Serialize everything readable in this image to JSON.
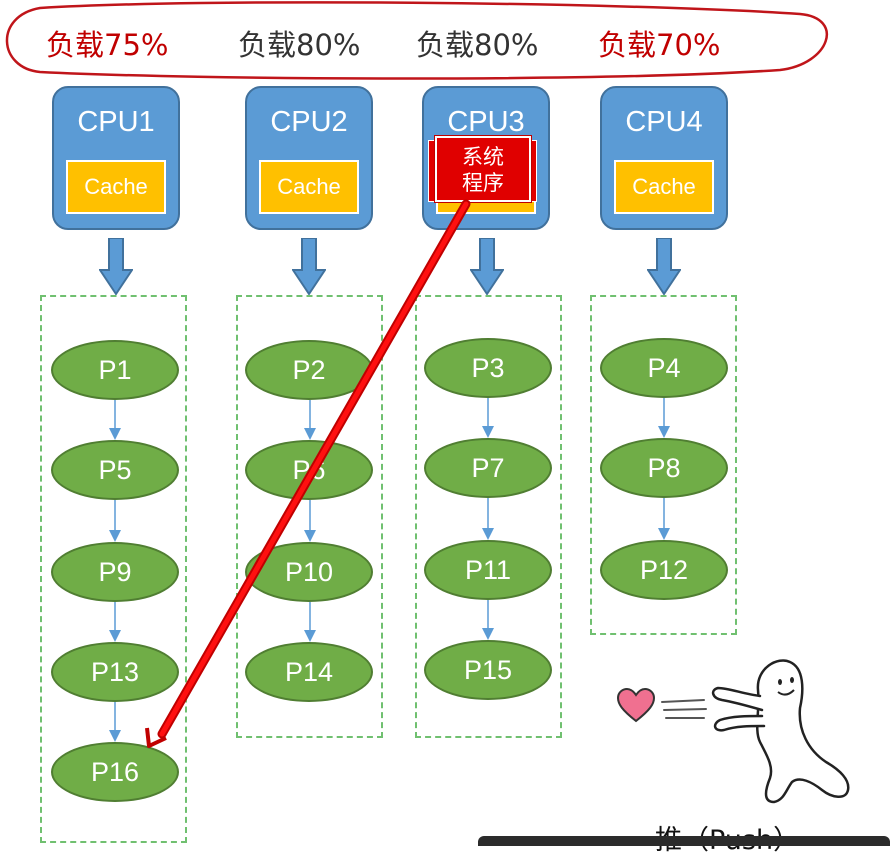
{
  "loads": [
    {
      "text": "负载75%",
      "color": "#c00000"
    },
    {
      "text": "负载80%",
      "color": "#333333"
    },
    {
      "text": "负载80%",
      "color": "#333333"
    },
    {
      "text": "负载70%",
      "color": "#c00000"
    }
  ],
  "cpus": [
    {
      "label": "CPU1",
      "cache": "Cache"
    },
    {
      "label": "CPU2",
      "cache": "Cache"
    },
    {
      "label": "CPU3",
      "cache": "Cache"
    },
    {
      "label": "CPU4",
      "cache": "Cache"
    }
  ],
  "queues": [
    [
      "P1",
      "P5",
      "P9",
      "P13",
      "P16"
    ],
    [
      "P2",
      "P6",
      "P10",
      "P14"
    ],
    [
      "P3",
      "P7",
      "P11",
      "P15"
    ],
    [
      "P4",
      "P8",
      "P12"
    ]
  ],
  "system_program": {
    "line1": "系统",
    "line2": "程序"
  },
  "push_caption": "推（Push）",
  "colors": {
    "highlight_oval": "#c0151a",
    "migration_arrow": "#e00000",
    "heart": "#f07090"
  },
  "icons": [
    "heart-icon",
    "pushing-figure-icon",
    "down-arrow-icon"
  ]
}
